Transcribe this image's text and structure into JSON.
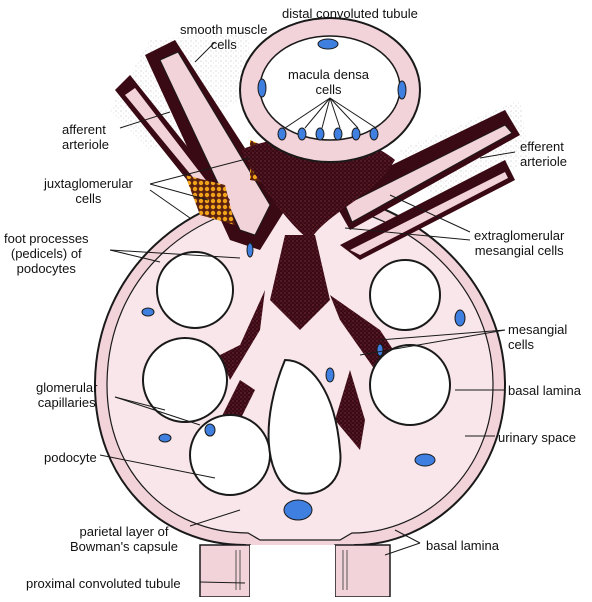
{
  "colors": {
    "pink": "#f3d3da",
    "pink_dark": "#e2a7b7",
    "mesangium": "#3a0a14",
    "nucleus_blue": "#3f7fe0",
    "jg_granules": "#f0a31a",
    "connective": "#9a9a9a",
    "outline": "#1a1a1a"
  },
  "labels": {
    "distal_tubule": "distal convoluted tubule",
    "smooth_muscle": [
      "smooth muscle",
      "cells"
    ],
    "macula_densa": [
      "macula densa",
      "cells"
    ],
    "afferent": [
      "afferent",
      "arteriole"
    ],
    "efferent": [
      "efferent",
      "arteriole"
    ],
    "jg_cells": [
      "juxtaglomerular",
      "cells"
    ],
    "foot_processes": [
      "foot processes",
      "(pedicels) of",
      "podocytes"
    ],
    "extraglomerular": [
      "extraglomerular",
      "mesangial cells"
    ],
    "mesangial": [
      "mesangial",
      "cells"
    ],
    "basal_lamina_right": "basal lamina",
    "glomerular_caps": [
      "glomerular",
      "capillaries"
    ],
    "urinary_space": "urinary space",
    "podocyte": "podocyte",
    "parietal": [
      "parietal layer of",
      "Bowman's capsule"
    ],
    "basal_lamina_bottom": "basal lamina",
    "proximal": "proximal convoluted tubule"
  }
}
